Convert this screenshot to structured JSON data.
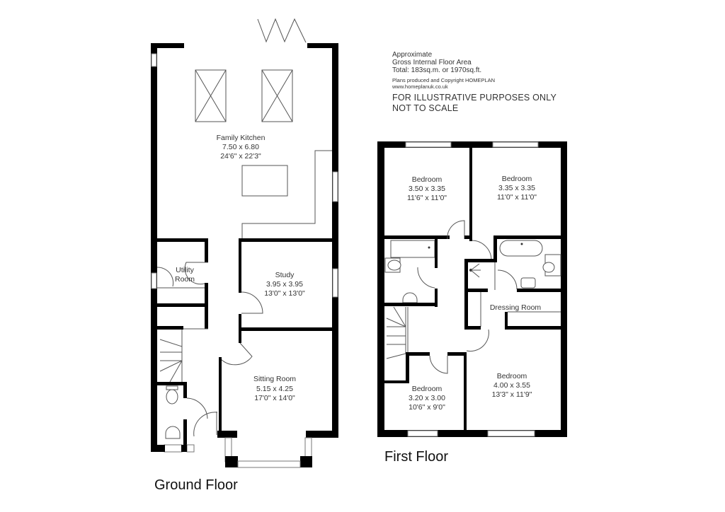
{
  "info": {
    "area_line1": "Approximate",
    "area_line2": "Gross Internal Floor Area",
    "area_line3": "Total: 183sq.m. or 1970sq.ft.",
    "copyright_line1": "Plans produced and Copyright HOMEPLAN",
    "copyright_line2": "www.homeplanuk.co.uk",
    "disclaimer_line1": "FOR ILLUSTRATIVE PURPOSES ONLY",
    "disclaimer_line2": "NOT TO SCALE"
  },
  "ground_floor": {
    "label": "Ground Floor",
    "rooms": {
      "family_kitchen": {
        "name": "Family Kitchen",
        "metric": "7.50 x 6.80",
        "imperial": "24'6\" x 22'3\""
      },
      "utility": {
        "name_line1": "Utility",
        "name_line2": "Room"
      },
      "study": {
        "name": "Study",
        "metric": "3.95 x 3.95",
        "imperial": "13'0\" x 13'0\""
      },
      "sitting_room": {
        "name": "Sitting Room",
        "metric": "5.15 x 4.25",
        "imperial": "17'0\" x 14'0\""
      }
    }
  },
  "first_floor": {
    "label": "First Floor",
    "rooms": {
      "bedroom_1": {
        "name": "Bedroom",
        "metric": "3.50 x 3.35",
        "imperial": "11'6\" x 11'0\""
      },
      "bedroom_2": {
        "name": "Bedroom",
        "metric": "3.35 x 3.35",
        "imperial": "11'0\" x 11'0\""
      },
      "dressing_room": {
        "name": "Dressing Room"
      },
      "bedroom_3": {
        "name": "Bedroom",
        "metric": "3.20 x 3.00",
        "imperial": "10'6\" x 9'0\""
      },
      "bedroom_4": {
        "name": "Bedroom",
        "metric": "4.00 x 3.55",
        "imperial": "13'3\" x 11'9\""
      }
    }
  }
}
